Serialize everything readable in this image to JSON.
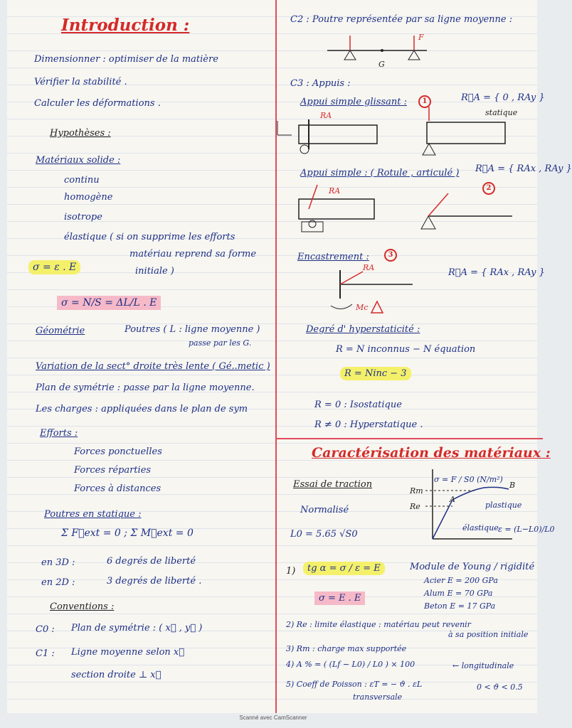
{
  "left": {
    "title": "Introduction :",
    "goals": [
      "Dimensionner : optimiser de la matière",
      "Vérifier la stabilité .",
      "Calculer les déformations ."
    ],
    "hypotheses": "Hypothèses :",
    "material": "Matériaux solide :",
    "props": [
      "continu",
      "homogène",
      "isotrope",
      "élastique ( si on supprime les efforts"
    ],
    "elastic_cont": [
      "matériau reprend sa forme",
      "initiale )"
    ],
    "formula1": "σ = ε . E",
    "formula2": "σ = N/S = ΔL/L . E",
    "geometry_label": "Géométrie",
    "geometry_text": "Poutres ( L : ligne moyenne )",
    "geometry_text2": "passe par les G.",
    "variation": "Variation de la sect° droite très lente ( Gé..metic )",
    "plan": "Plan de symétrie : passe par la ligne moyenne.",
    "charges": "Les charges : appliquées dans le plan de sym",
    "efforts": "Efforts :",
    "forces": [
      "Forces ponctuelles",
      "Forces réparties",
      "Forces à distances"
    ],
    "statique": "Poutres en statique :",
    "equations": "Σ F⃗ext = 0   ;   Σ M⃗ext = 0",
    "dof3d_label": "en 3D :",
    "dof3d": "6 degrés de liberté",
    "dof2d_label": "en 2D :",
    "dof2d": "3 degrés de liberté .",
    "conventions": "Conventions :",
    "c0_label": "C0 :",
    "c0": "Plan de symétrie : ( x⃗ , y⃗ )",
    "c1_label": "C1 :",
    "c1": "Ligne moyenne selon x⃗",
    "c1b": "section droite ⊥ x⃗"
  },
  "right": {
    "c2": "C2 : Poutre représentée par sa ligne moyenne :",
    "c2_g": "G",
    "c2_f": "F",
    "c3": "C3 : Appuis :",
    "appui1": "Appui simple glissant :",
    "appui1_eq": "R⃗A = { 0 , RAy }",
    "statique_word": "statique",
    "appui2": "Appui simple : ( Rotule , articulé )",
    "appui2_eq": "R⃗A = { RAx , RAy }",
    "encast": "Encastrement :",
    "encast_eq": "R⃗A = { RAx , RAy }",
    "ra": "RA",
    "mc": "Mc",
    "num1": "1",
    "num2": "2",
    "num3": "3",
    "hyper": "Degré d' hyperstaticité :",
    "hyper_eq": "R = N inconnus − N équation",
    "hyper_box": "R = Ninc − 3",
    "iso": "R = 0 :   Isostatique",
    "hyp": "R ≠ 0 :   Hyperstatique .",
    "char_title": "Caractérisation des matériaux :",
    "essai": "Essai de traction",
    "norm": "Normalisé",
    "l0": "L0 = 5.65 √S0",
    "sigma_def": "σ = F / S0 (N/m²)",
    "plast": "plastique",
    "elast": "élastique",
    "axis_x": "ε = (L−L0)/L0",
    "axis_rm": "Rm",
    "axis_re": "Re",
    "axis_a": "A",
    "axis_b": "B",
    "p1_num": "1)",
    "p1": "tg α = σ / ε = E",
    "p1_text": "Module de Young / rigidité",
    "acier": "Acier   E = 200 GPa",
    "alum": "Alum    E = 70 GPa",
    "beton": "Beton   E = 17 GPa",
    "p1b": "σ = E . E",
    "p2": "2)   Re : limite élastique : matériau peut revenir",
    "p2b": "à sa position initiale",
    "p3": "3)   Rm : charge max supportée",
    "p4": "4)   A % = ( (Lf − L0) / L0 ) × 100",
    "p5": "5)   Coeff de Poisson :  εT = − ϑ . εL",
    "p5_long": "← longitudinale",
    "p5_trans": "transversale",
    "p5_range": "0 < ϑ < 0.5"
  },
  "footer": "Scanné avec CamScanner"
}
